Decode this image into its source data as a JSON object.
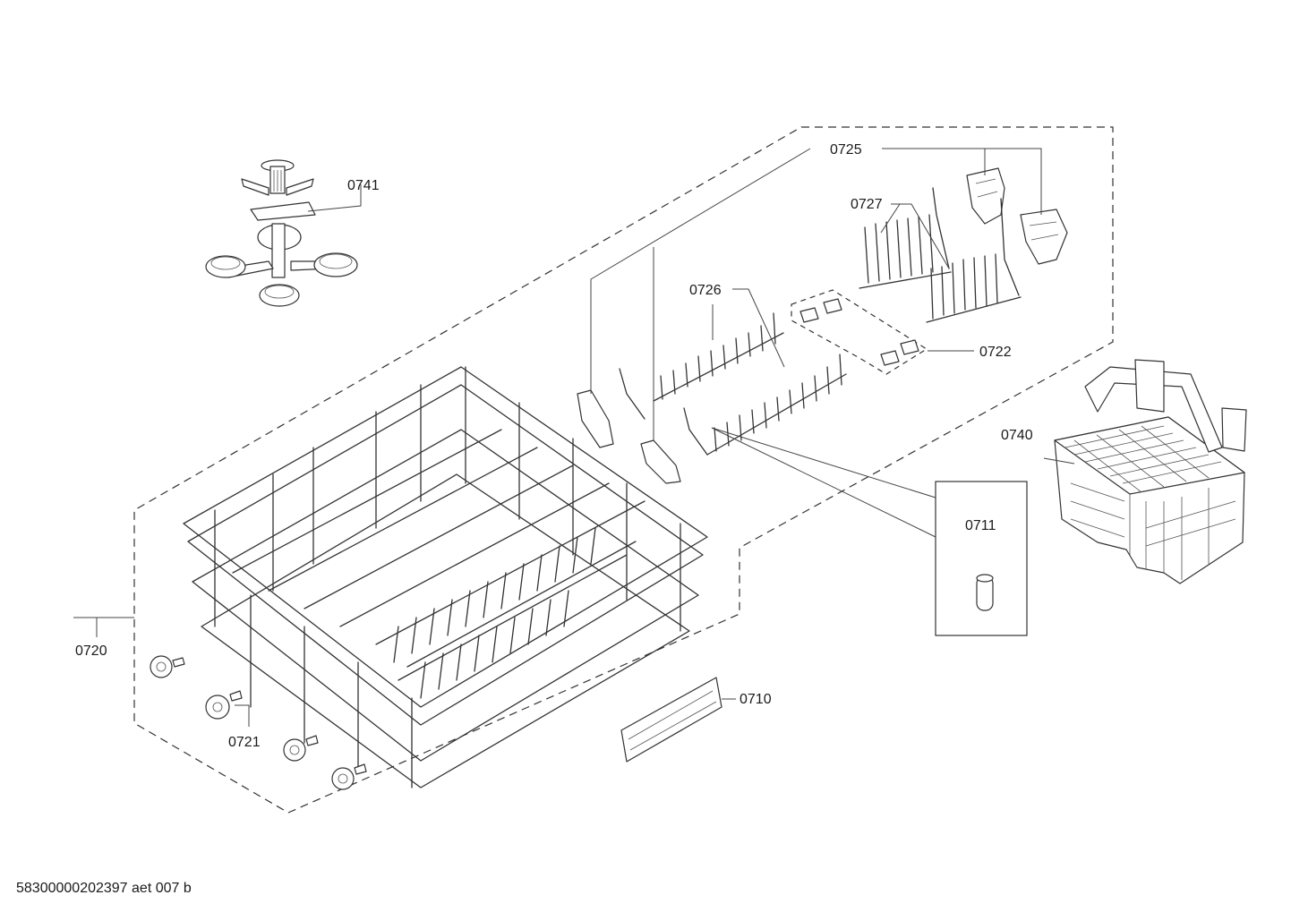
{
  "diagram": {
    "labels": {
      "p0741": "0741",
      "p0725": "0725",
      "p0727": "0727",
      "p0726": "0726",
      "p0722": "0722",
      "p0740": "0740",
      "p0711": "0711",
      "p0720": "0720",
      "p0721": "0721",
      "p0710": "0710"
    },
    "footer": "58300000202397 aet 007 b"
  }
}
